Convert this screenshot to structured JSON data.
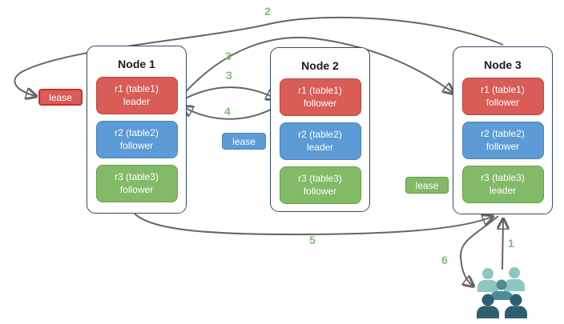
{
  "nodes": [
    {
      "title": "Node 1",
      "ranges": [
        {
          "name": "r1 (table1)",
          "role": "leader",
          "color": "#d95c57"
        },
        {
          "name": "r2 (table2)",
          "role": "follower",
          "color": "#5c9bd6"
        },
        {
          "name": "r3 (table3)",
          "role": "follower",
          "color": "#83ba68"
        }
      ]
    },
    {
      "title": "Node 2",
      "ranges": [
        {
          "name": "r1 (table1)",
          "role": "follower",
          "color": "#d95c57"
        },
        {
          "name": "r2 (table2)",
          "role": "leader",
          "color": "#5c9bd6"
        },
        {
          "name": "r3 (table3)",
          "role": "follower",
          "color": "#83ba68"
        }
      ]
    },
    {
      "title": "Node 3",
      "ranges": [
        {
          "name": "r1 (table1)",
          "role": "follower",
          "color": "#d95c57"
        },
        {
          "name": "r2 (table2)",
          "role": "follower",
          "color": "#5c9bd6"
        },
        {
          "name": "r3 (table3)",
          "role": "leader",
          "color": "#83ba68"
        }
      ]
    }
  ],
  "leases": [
    {
      "label": "lease",
      "color": "#d95c57",
      "border": "#cc2d26"
    },
    {
      "label": "lease",
      "color": "#5c9bd6",
      "border": "#4a84bd"
    },
    {
      "label": "lease",
      "color": "#83ba68",
      "border": "#5d9a45"
    }
  ],
  "steps": [
    {
      "text": "2"
    },
    {
      "text": "3"
    },
    {
      "text": "3"
    },
    {
      "text": "4"
    },
    {
      "text": "5"
    },
    {
      "text": "1"
    },
    {
      "text": "6"
    }
  ],
  "icons": {
    "users_group": "users-group-icon"
  },
  "colors": {
    "arrow": "#666666",
    "step_label": "#7fbe76",
    "node_border": "#2d4a68",
    "users_light": "#8ec6c1",
    "users_mid": "#4e8b96",
    "users_dark": "#2e5f70"
  }
}
